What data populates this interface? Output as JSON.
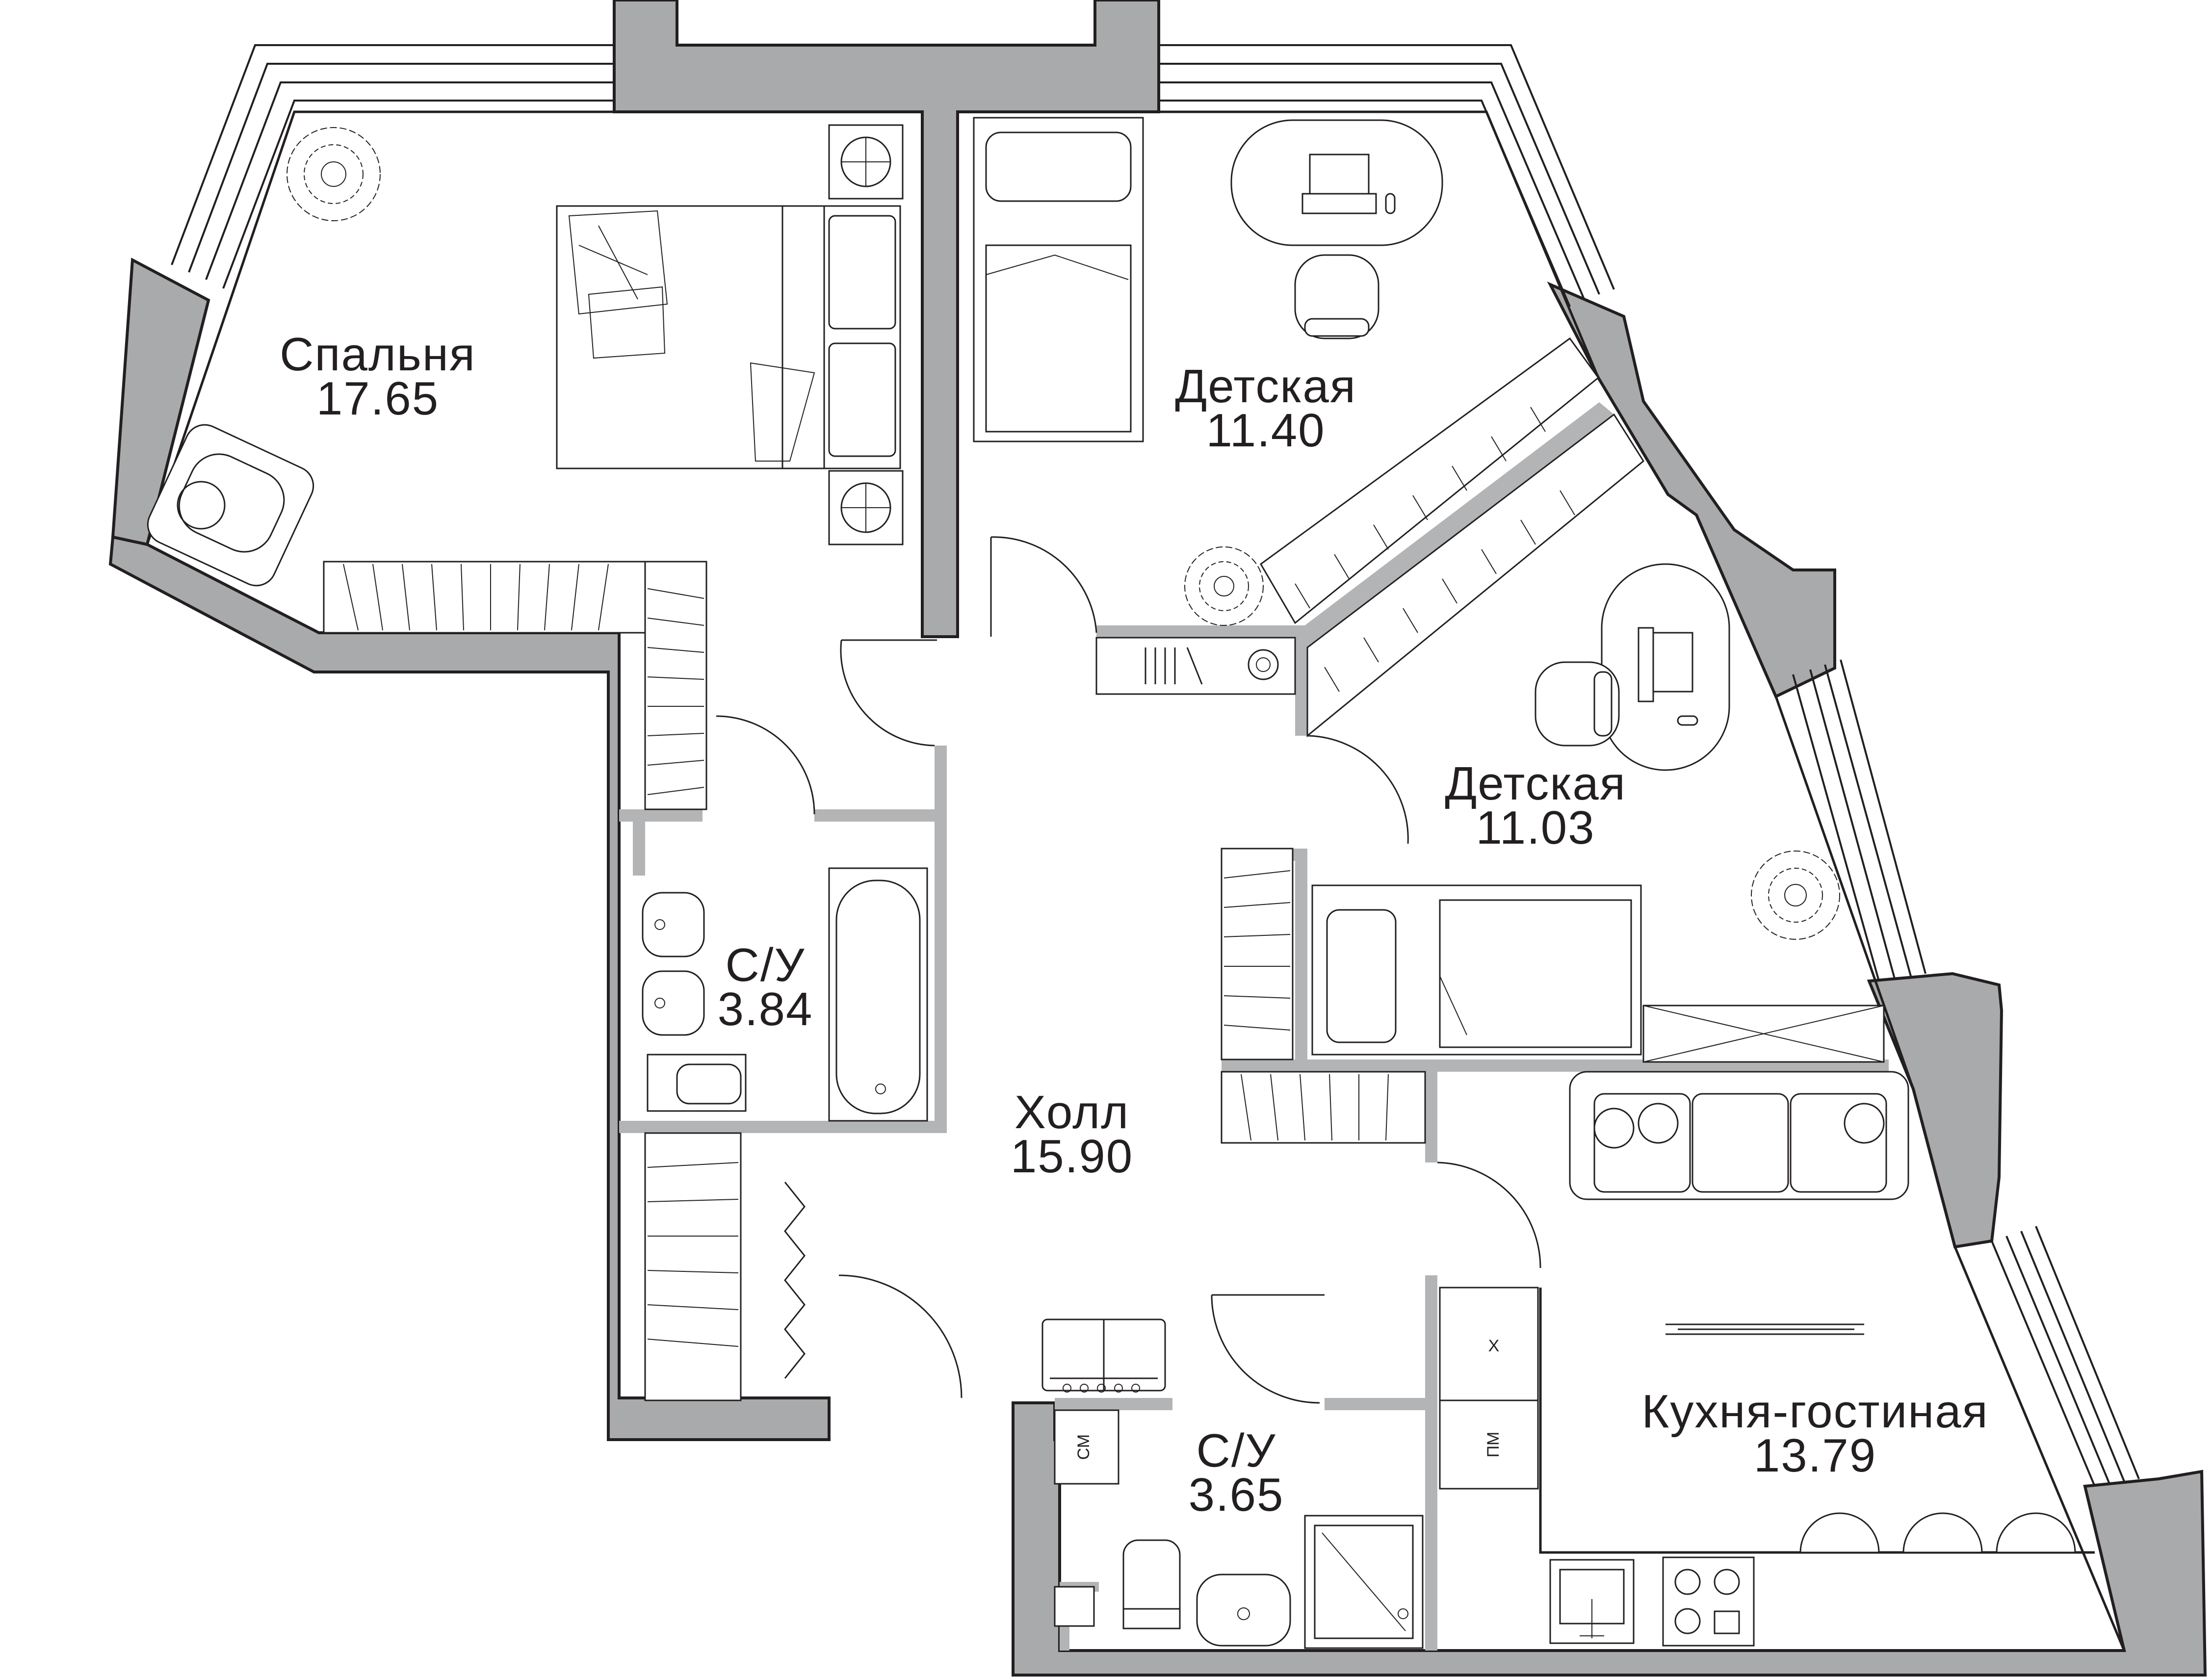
{
  "rooms": [
    {
      "name": "Спальня",
      "area": "17.65"
    },
    {
      "name": "Детская",
      "area": "11.40"
    },
    {
      "name": "Детская",
      "area": "11.03"
    },
    {
      "name": "С/У",
      "area": "3.84"
    },
    {
      "name": "Холл",
      "area": "15.90"
    },
    {
      "name": "С/У",
      "area": "3.65"
    },
    {
      "name": "Кухня-гостиная",
      "area": "13.79"
    }
  ],
  "appliance_labels": {
    "washing_machine": "СМ",
    "dishwasher": "ПМ",
    "fridge": "Х"
  },
  "icons": [
    "plant-icon",
    "bed-icon",
    "armchair-icon",
    "desk-icon",
    "laptop-icon",
    "chair-icon",
    "bathtub-icon",
    "washbasin-icon",
    "toilet-icon",
    "shower-icon",
    "sofa-icon",
    "stove-icon",
    "sink-icon",
    "wardrobe-icon"
  ],
  "colors": {
    "wall_fill": "#a9aaab",
    "line": "#231f20",
    "background": "#ffffff"
  }
}
